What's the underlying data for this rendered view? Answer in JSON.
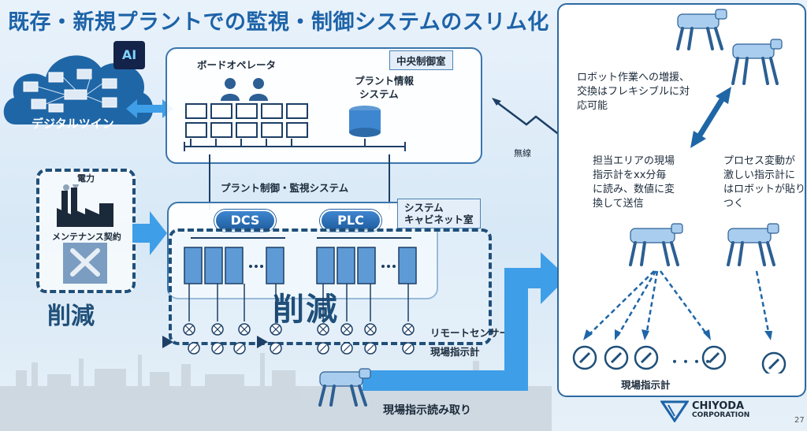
{
  "title": "既存・新規プラントでの監視・制御システムのスリム化",
  "cloud": {
    "label": "デジタルツイン",
    "ai_badge": "AI"
  },
  "control_room": {
    "tag": "中央制御室",
    "board_operator": "ボードオペレータ",
    "plant_info_line1": "プラント情報",
    "plant_info_line2": "システム"
  },
  "network_label": "プラント制御・監視システム",
  "cabinet_room": {
    "tag_line1": "システム",
    "tag_line2": "キャビネット室",
    "dcs": "DCS",
    "plc": "PLC"
  },
  "reduction_big": "削減",
  "left_box": {
    "power": "電力",
    "maintenance": "メンテナンス契約",
    "reduction": "削減"
  },
  "remote_sensor": "リモートセンサー",
  "field_indicator": "現場指示計",
  "field_reading": "現場指示読み取り",
  "wireless": "無線",
  "right_panel": {
    "note_top": [
      "ロボット作業への増援、",
      "交換はフレキシブルに対",
      "応可能"
    ],
    "note_left": [
      "担当エリアの現場",
      "指示計をxx分毎",
      "に読み、数値に変",
      "換して送信"
    ],
    "note_right": [
      "プロセス変動が",
      "激しい指示計に",
      "はロボットが貼り",
      "つく"
    ],
    "field_indicator": "現場指示計",
    "dots": "・・・・"
  },
  "logo": {
    "name": "CHIYODA",
    "sub": "CORPORATION"
  },
  "page_number": "27",
  "colors": {
    "accent": "#1d63a8",
    "navy": "#1f4f79",
    "arrow": "#3f9ee8",
    "cloud": "#1f66a6"
  }
}
